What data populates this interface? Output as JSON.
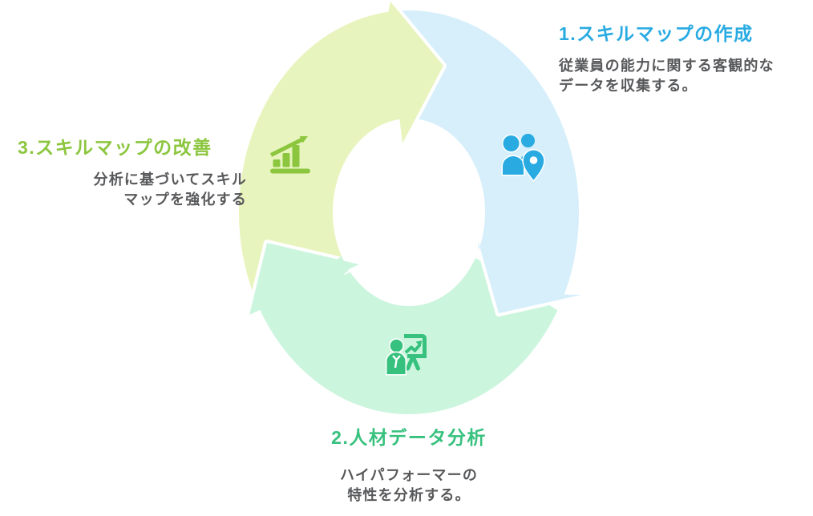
{
  "diagram": {
    "type": "cycle",
    "background": "#ffffff",
    "text_color": "#58595B",
    "steps": [
      {
        "order": "1",
        "title": "1.スキルマップの作成",
        "description_lines": [
          "従業員の能力に関する客観的な",
          "データを収集する。"
        ],
        "icon": "team-location-icon",
        "accent_color": "#29ABE2",
        "arc_color": "#D6EFFB"
      },
      {
        "order": "2",
        "title": "2.人材データ分析",
        "description_lines": [
          "ハイパフォーマーの",
          "特性を分析する。"
        ],
        "icon": "presenter-growth-chart-icon",
        "accent_color": "#37C17E",
        "arc_color": "#CCF5DE"
      },
      {
        "order": "3",
        "title": "3.スキルマップの改善",
        "description_lines": [
          "分析に基づいてスキル",
          "マップを強化する"
        ],
        "icon": "bar-chart-rise-icon",
        "accent_color": "#8CC63F",
        "arc_color": "#E8F4BD"
      }
    ]
  }
}
